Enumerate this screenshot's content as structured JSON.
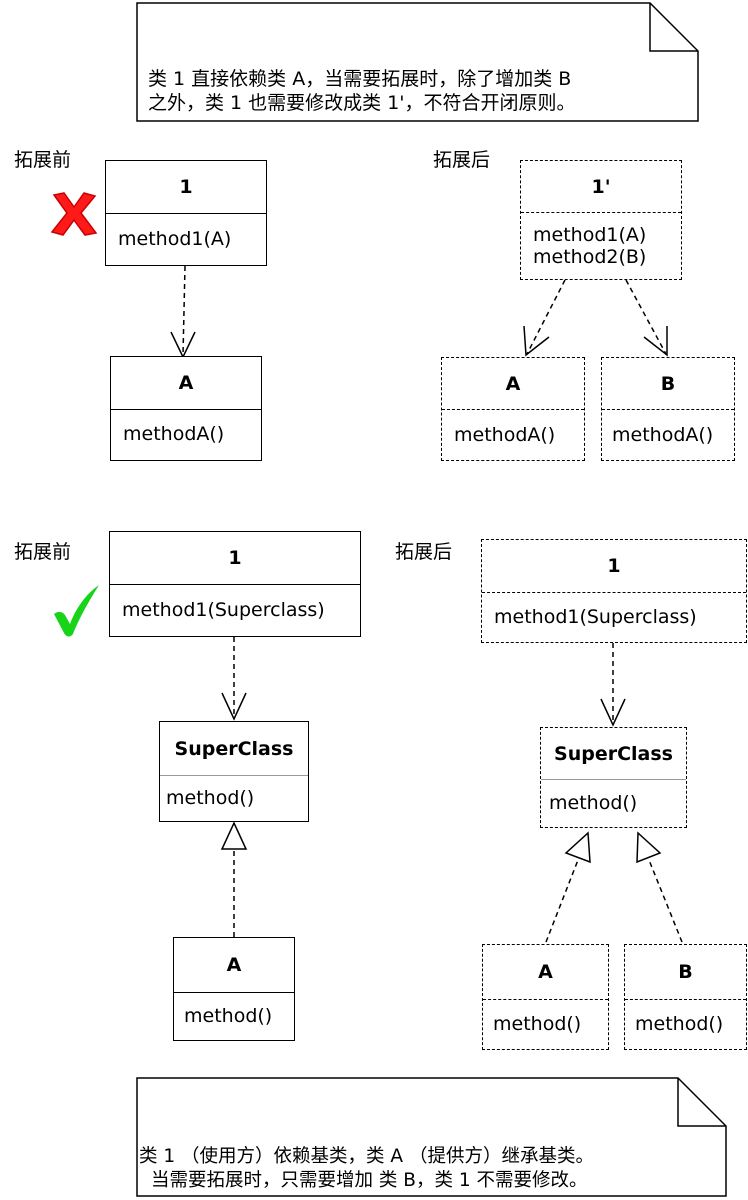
{
  "notes": {
    "top": {
      "line1": "类 1 直接依赖类 A，当需要拓展时，除了增加类 B",
      "line2": "之外，类 1 也需要修改成类 1'，不符合开闭原则。"
    },
    "bottom": {
      "line1": "类 1 （使用方）依赖基类，类 A （提供方）继承基类。",
      "line2": "当需要拓展时，只需要增加 类 B，类 1 不需要修改。"
    }
  },
  "labels": {
    "before1": "拓展前",
    "after1": "拓展后",
    "before2": "拓展前",
    "after2": "拓展后"
  },
  "icons": {
    "wrong": "red-cross-icon",
    "right": "green-check-icon",
    "wrong_color": "#ff0000",
    "right_color": "#00cc00"
  },
  "diagram1_before": {
    "class1": {
      "name": "1",
      "methods": [
        "method1(A)"
      ]
    },
    "classA": {
      "name": "A",
      "methods": [
        "methodA()"
      ]
    }
  },
  "diagram1_after": {
    "class1p": {
      "name": "1'",
      "methods": [
        "method1(A)",
        "method2(B)"
      ]
    },
    "classA": {
      "name": "A",
      "methods": [
        "methodA()"
      ]
    },
    "classB": {
      "name": "B",
      "methods": [
        "methodA()"
      ]
    }
  },
  "diagram2_before": {
    "class1": {
      "name": "1",
      "methods": [
        "method1(Superclass)"
      ]
    },
    "superclass": {
      "name": "SuperClass",
      "methods": [
        "method()"
      ]
    },
    "classA": {
      "name": "A",
      "methods": [
        "method()"
      ]
    }
  },
  "diagram2_after": {
    "class1": {
      "name": "1",
      "methods": [
        "method1(Superclass)"
      ]
    },
    "superclass": {
      "name": "SuperClass",
      "methods": [
        "method()"
      ]
    },
    "classA": {
      "name": "A",
      "methods": [
        "method()"
      ]
    },
    "classB": {
      "name": "B",
      "methods": [
        "method()"
      ]
    }
  }
}
